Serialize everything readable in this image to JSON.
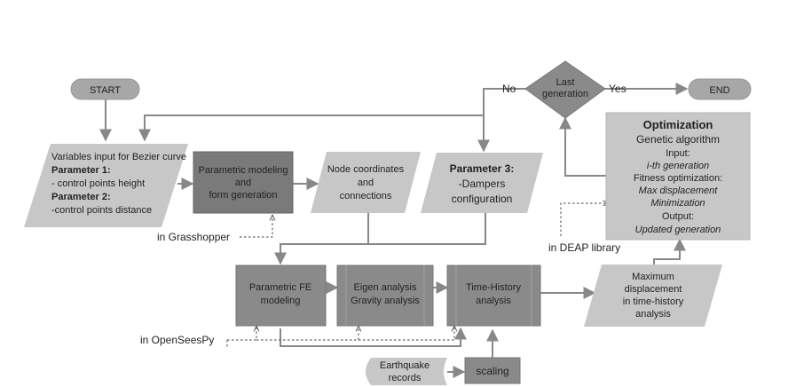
{
  "colors": {
    "light_gray": "#c7c7c7",
    "mid_gray": "#a7a7a7",
    "dark_gray": "#8a8a8a",
    "darker_gray": "#7a7a7a",
    "line": "#888888"
  },
  "nodes": {
    "start": "START",
    "end": "END",
    "variables": {
      "line1": "Variables input for Bezier curve",
      "param1_title": "Parameter 1:",
      "param1_desc": "- control points height",
      "param2_title": "Parameter 2:",
      "param2_desc": "-control points distance"
    },
    "parametric_modeling": {
      "line1": "Parametric modeling",
      "line2": "and",
      "line3": "form generation"
    },
    "node_coords": {
      "line1": "Node coordinates",
      "line2": "and",
      "line3": "connections"
    },
    "parameter3": {
      "title": "Parameter 3:",
      "line2": "-Dampers",
      "line3": "configuration"
    },
    "decision": {
      "line1": "Last",
      "line2": "generation"
    },
    "optimization": {
      "title": "Optimization",
      "subtitle": "Genetic algorithm",
      "input_label": "Input:",
      "input_value": "i-th generation",
      "fitness_label": "Fitness optimization:",
      "fitness_value1": "Max displacement",
      "fitness_value2": "Minimization",
      "output_label": "Output:",
      "output_value": "Updated generation"
    },
    "parametric_fe": {
      "line1": "Parametric FE",
      "line2": "modeling"
    },
    "eigen": {
      "line1": "Eigen analysis",
      "line2": "Gravity analysis"
    },
    "time_history": {
      "line1": "Time-History",
      "line2": "analysis"
    },
    "max_disp": {
      "line1": "Maximum",
      "line2": "displacement",
      "line3": "in time-history",
      "line4": "analysis"
    },
    "earthquake": {
      "line1": "Earthquake",
      "line2": "records"
    },
    "scaling": "scaling"
  },
  "labels": {
    "no": "No",
    "yes": "Yes",
    "grasshopper": "in Grasshopper",
    "deap": "in DEAP library",
    "openseespy": "in OpenSeesPy"
  }
}
